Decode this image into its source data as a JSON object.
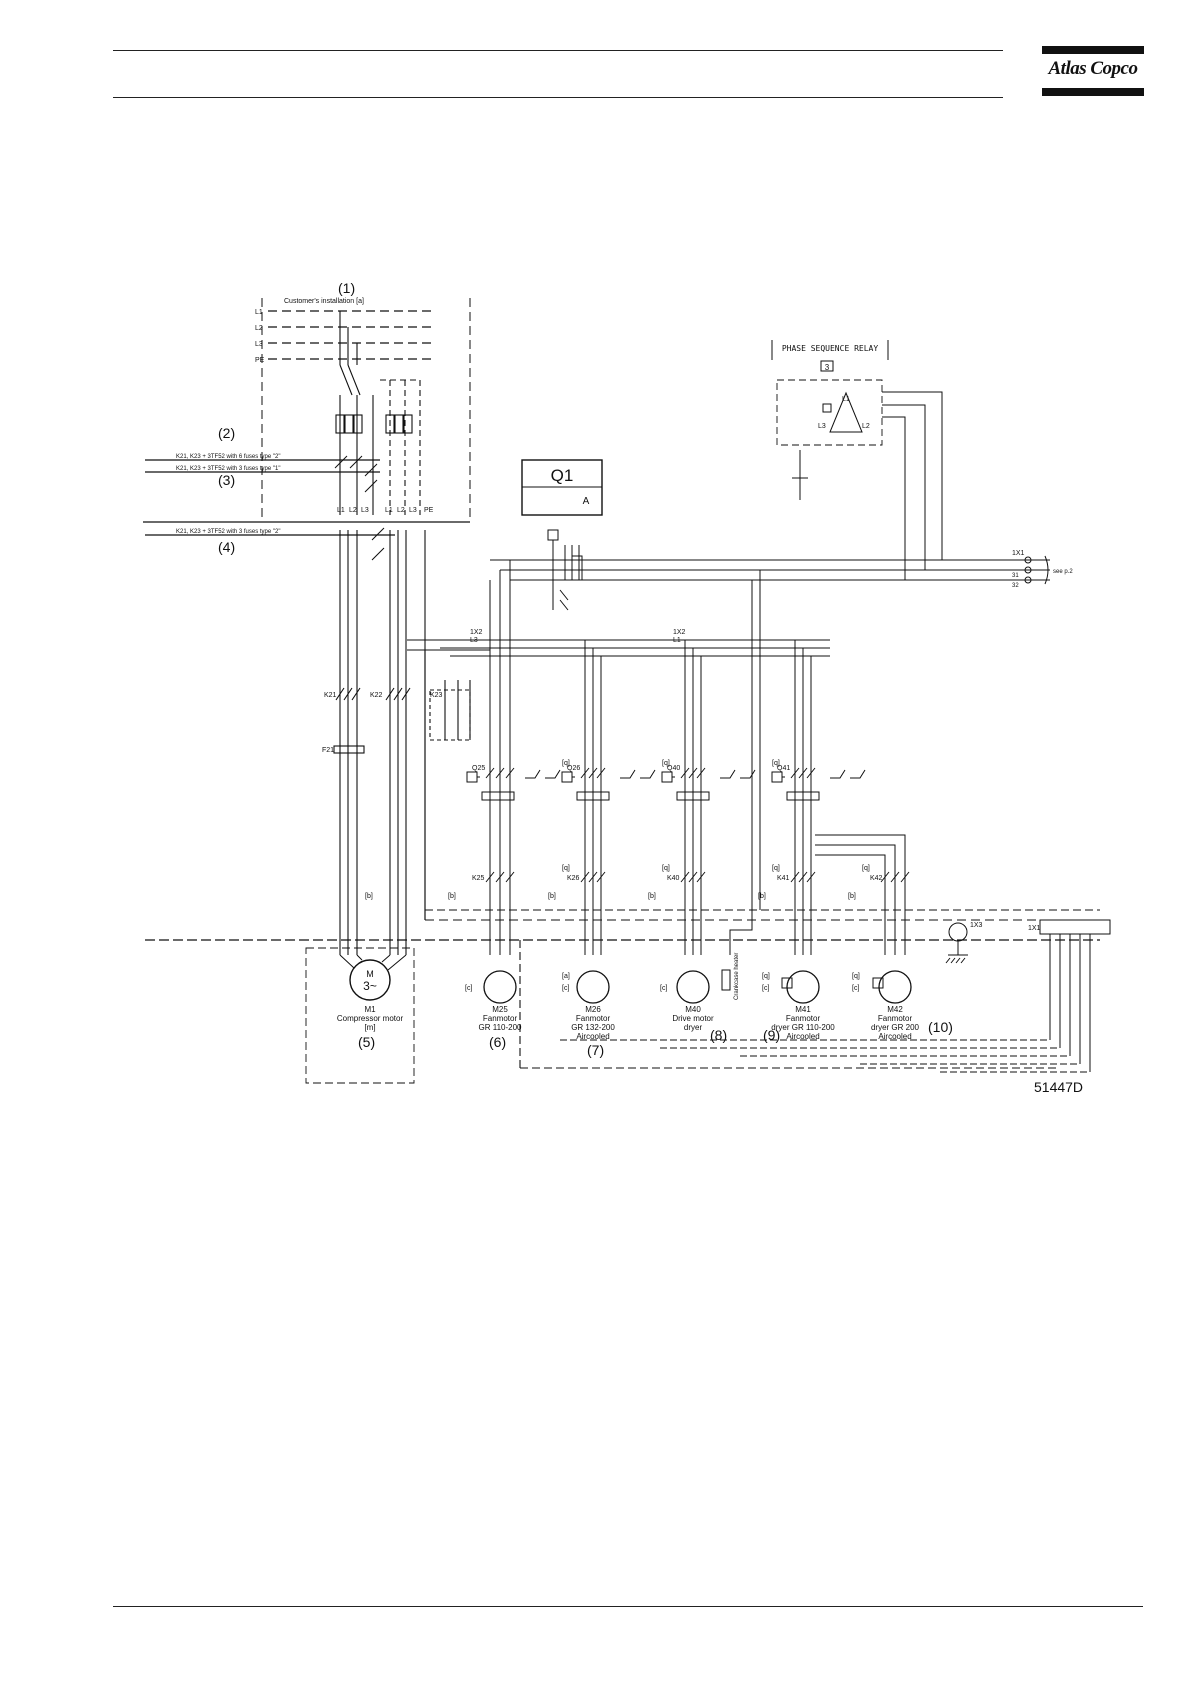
{
  "header": {
    "brand": "Atlas Copco"
  },
  "drawing_number": "51447D",
  "legend_numbers": [
    "(1)",
    "(2)",
    "(3)",
    "(4)",
    "(5)",
    "(6)",
    "(7)",
    "(8)",
    "(9)",
    "(10)"
  ],
  "customer_installation": "Customer's installation  [a]",
  "supply_lines": [
    "L1",
    "L2",
    "L3",
    "PE"
  ],
  "variant_notes": [
    "K21, K23 + 3TF52 with 6 fuses type \"2\"",
    "K21, K23 + 3TF52 with 3 fuses type \"1\"",
    "K21, K23 + 3TF52 with 3 fuses type \"2\""
  ],
  "main_terminals": [
    "L1",
    "L2",
    "L3",
    "L1",
    "L2",
    "L3",
    "PE"
  ],
  "q1_box": {
    "title": "Q1",
    "subtitle": "A"
  },
  "phase_relay": {
    "title": "PHASE SEQUENCE RELAY",
    "id": "3",
    "terminals": [
      "L1",
      "L2",
      "L3"
    ]
  },
  "terminal_1x1": {
    "label": "1X1",
    "terminals": [
      "31",
      "32"
    ],
    "see": "see p.2"
  },
  "bus_labels": [
    "1X2",
    "L3",
    "1X2",
    "L1"
  ],
  "contactors": [
    "K21",
    "K22",
    "K23"
  ],
  "overload": "F21",
  "breakers": [
    "Q25",
    "Q26",
    "Q40",
    "Q41"
  ],
  "motor_contactors": [
    "K25",
    "K26",
    "K40",
    "K41",
    "K42"
  ],
  "tags": {
    "a": "[a]",
    "b": "[b]",
    "c": "[c]",
    "q": "[q]",
    "m": "[m]"
  },
  "earth_terminal": "1X3",
  "earth_strip": "1X1",
  "crankcase_heater": "Crankcase heater",
  "motors": [
    {
      "id": "M1",
      "desc": [
        "Compressor motor",
        "[m]"
      ],
      "num": "(5)"
    },
    {
      "id": "M25",
      "desc": [
        "Fanmotor",
        "GR 110-200"
      ],
      "num": "(6)"
    },
    {
      "id": "M26",
      "desc": [
        "Fanmotor",
        "GR 132-200",
        "Aircooled"
      ],
      "num": "(7)"
    },
    {
      "id": "M40",
      "desc": [
        "Drive motor",
        "dryer"
      ],
      "num": "(8)"
    },
    {
      "id": "M41",
      "desc": [
        "Fanmotor",
        "dryer GR 110-200",
        "Aircooled"
      ],
      "num": "(9)"
    },
    {
      "id": "M42",
      "desc": [
        "Fanmotor",
        "dryer GR 200",
        "Aircooled"
      ],
      "num": "(10)"
    }
  ]
}
